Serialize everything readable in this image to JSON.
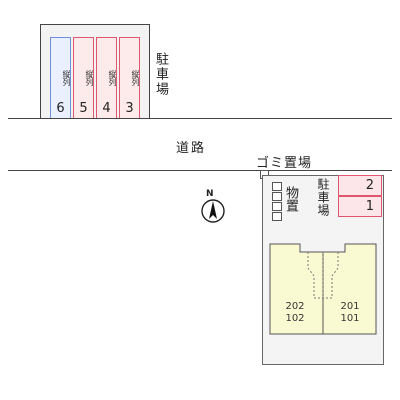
{
  "top_parking": {
    "label": "駐車場",
    "slots": [
      {
        "label": "縦列",
        "number": "6",
        "color": "#6e8fdc"
      },
      {
        "label": "縦列",
        "number": "5",
        "color": "#e0566f"
      },
      {
        "label": "縦列",
        "number": "4",
        "color": "#e0566f"
      },
      {
        "label": "縦列",
        "number": "3",
        "color": "#e0566f"
      }
    ]
  },
  "road_label": "道路",
  "garbage_label": "ゴミ置場",
  "north_label": "N",
  "storage_label": "物置",
  "site_parking": {
    "label": "駐車場",
    "slots": [
      {
        "number": "2"
      },
      {
        "number": "1"
      }
    ]
  },
  "units": {
    "left": {
      "top": "202",
      "bottom": "102"
    },
    "right": {
      "top": "201",
      "bottom": "101"
    }
  },
  "colors": {
    "parking_red": "#e0566f",
    "parking_blue": "#6e8fdc",
    "building_fill": "#fafad2"
  }
}
